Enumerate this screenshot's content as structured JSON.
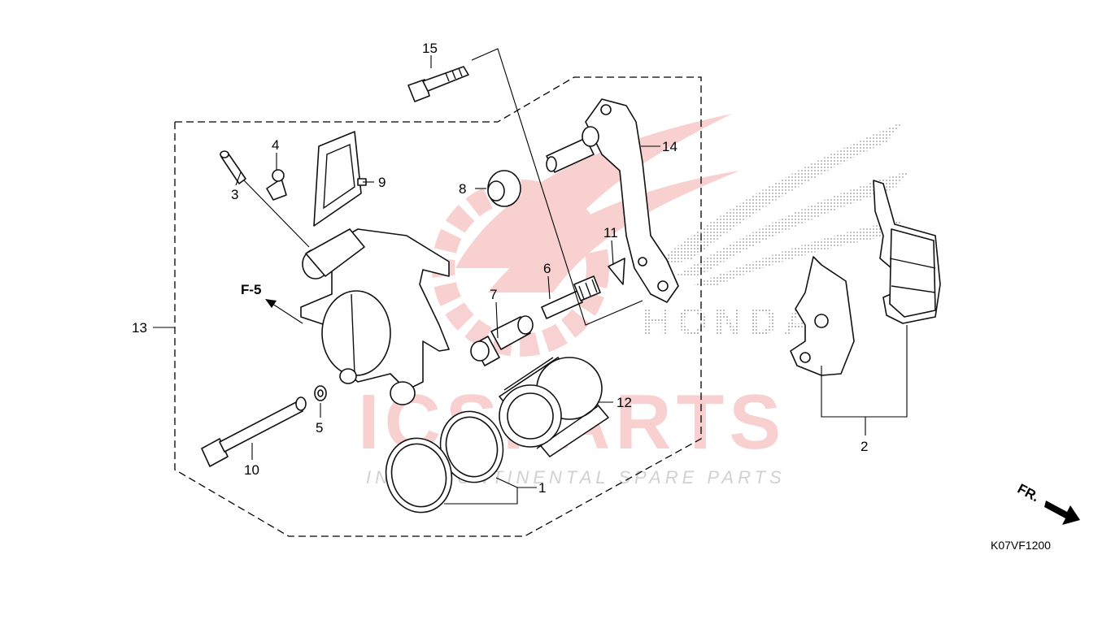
{
  "watermark": {
    "brand_text": "ICSPARTS",
    "tagline": "INTERCONTINENTAL SPARE PARTS",
    "logo_text": "HONDA",
    "colors": {
      "brand_red": "#e03030",
      "brand_gray": "#b4b4b4",
      "logo_dots": "#8a8a8a"
    }
  },
  "diagram": {
    "code": "K07VF1200",
    "section_ref": "F-5",
    "direction_label": "FR.",
    "callouts": {
      "c1": "1",
      "c2": "2",
      "c3": "3",
      "c4": "4",
      "c5": "5",
      "c6": "6",
      "c7": "7",
      "c8": "8",
      "c9": "9",
      "c10": "10",
      "c11": "11",
      "c12": "12",
      "c13": "13",
      "c14": "14",
      "c15": "15"
    }
  }
}
